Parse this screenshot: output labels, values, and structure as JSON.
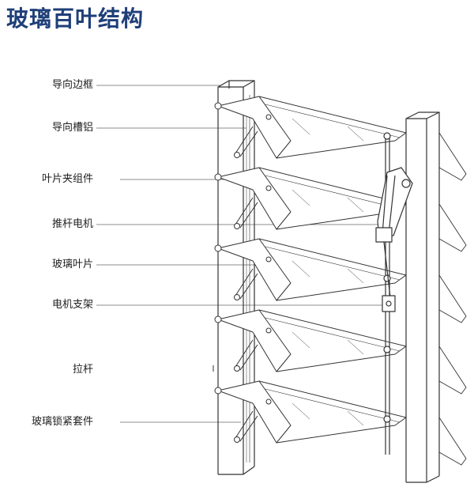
{
  "title": "玻璃百叶结构",
  "labels": [
    {
      "key": "frame",
      "text": "导向边框"
    },
    {
      "key": "channel",
      "text": "导向槽铝"
    },
    {
      "key": "clip",
      "text": "叶片夹组件"
    },
    {
      "key": "motor",
      "text": "推杆电机"
    },
    {
      "key": "blade",
      "text": "玻璃叶片"
    },
    {
      "key": "bracket",
      "text": "电机支架"
    },
    {
      "key": "rod",
      "text": "拉杆"
    },
    {
      "key": "lock",
      "text": "玻璃锁紧套件"
    }
  ],
  "colors": {
    "title": "#1f3f78",
    "line": "#333333",
    "leader": "#666666"
  }
}
